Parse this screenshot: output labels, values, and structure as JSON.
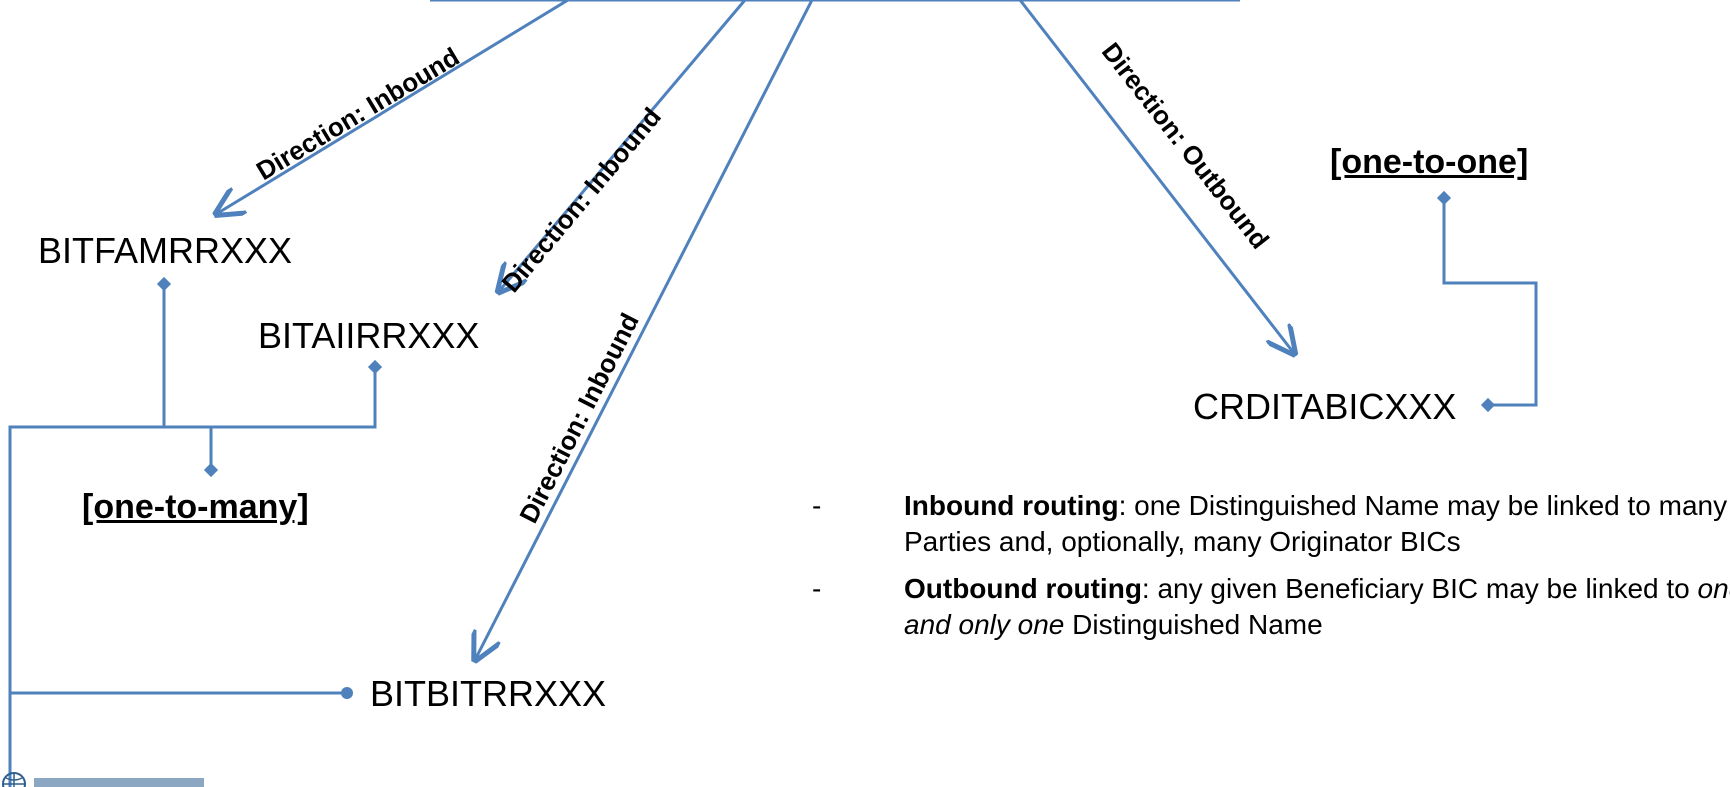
{
  "nodes": {
    "bitfamrr": "BITFAMRRXXX",
    "bitaiirr": "BITAIIRRXXX",
    "crditabic": "CRDITABICXXX",
    "bitbitrr": "BITBITRRXXX"
  },
  "cardinality": {
    "one_to_one": "[one-to-one]",
    "one_to_many": "[one-to-many]"
  },
  "directions": {
    "inbound": "Direction: Inbound",
    "outbound": "Direction: Outbound"
  },
  "notes": [
    {
      "dash": "-",
      "bold": "Inbound routing",
      "text": ": one Distinguished Name may be linked to many Parties and, optionally, many Originator BICs"
    },
    {
      "dash": "-",
      "bold": "Outbound routing",
      "text_before": ": any given Beneficiary BIC may be linked to ",
      "italic": "one and only one",
      "text_after": " Distinguished Name"
    }
  ],
  "colors": {
    "line": "#4F81BD",
    "text": "#000000"
  },
  "logo": {
    "icon": "globe-icon"
  }
}
